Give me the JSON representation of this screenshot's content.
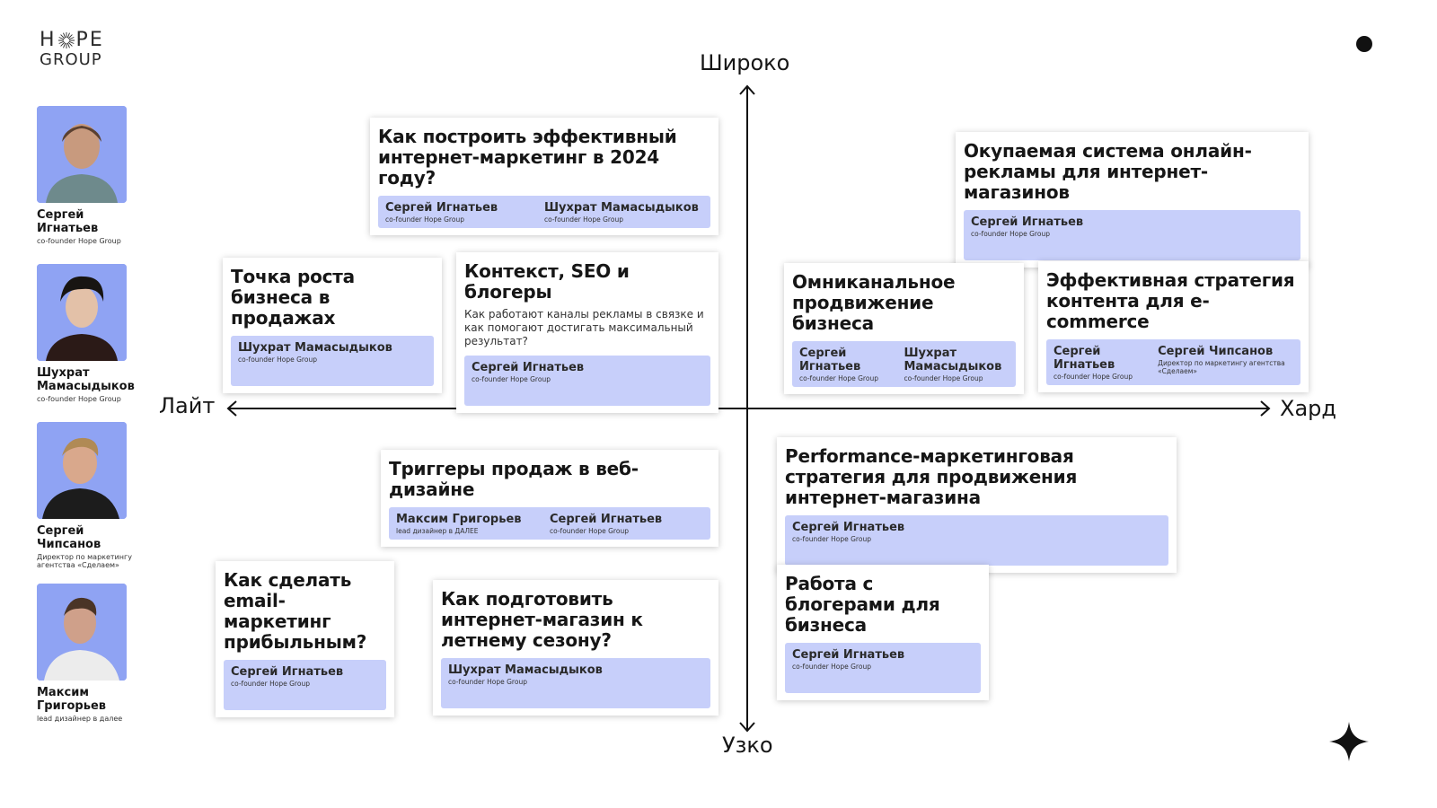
{
  "logo": {
    "line1_a": "H",
    "line1_b": "PE",
    "line2": "GROUP"
  },
  "people": [
    {
      "name": "Сергей Игнатьев",
      "role": "co-founder Hope Group"
    },
    {
      "name": "Шухрат Мамасыдыков",
      "role": "co-founder Hope Group"
    },
    {
      "name": "Сергей Чипсанов",
      "role": "Директор по маркетингу агентства «Сделаем»"
    },
    {
      "name": "Максим Григорьев",
      "role": "lead дизайнер в далее"
    }
  ],
  "axes": {
    "top": "Широко",
    "bottom": "Узко",
    "left": "Лайт",
    "right": "Хард"
  },
  "cards": [
    {
      "title": "Как построить эффективный интернет-маркетинг в 2024 году?",
      "speakers": [
        {
          "name": "Сергей Игнатьев",
          "role": "co-founder Hope Group"
        },
        {
          "name": "Шухрат Мамасыдыков",
          "role": "co-founder Hope Group"
        }
      ]
    },
    {
      "title": "Окупаемая система онлайн-рекламы для интернет-магазинов",
      "speakers": [
        {
          "name": "Сергей Игнатьев",
          "role": "co-founder Hope Group"
        }
      ]
    },
    {
      "title": "Точка роста бизнеса в продажах",
      "speakers": [
        {
          "name": "Шухрат Мамасыдыков",
          "role": "co-founder Hope Group"
        }
      ]
    },
    {
      "title": "Контекст, SEO и блогеры",
      "description": "Как работают каналы рекламы в связке и как помогают достигать максимальный результат?",
      "speakers": [
        {
          "name": "Сергей Игнатьев",
          "role": "co-founder Hope Group"
        }
      ]
    },
    {
      "title": "Омниканальное продвижение бизнеса",
      "speakers": [
        {
          "name": "Сергей Игнатьев",
          "role": "co-founder Hope Group"
        },
        {
          "name": "Шухрат Мамасыдыков",
          "role": "co-founder Hope Group"
        }
      ]
    },
    {
      "title": "Эффективная стратегия контента для e-commerce",
      "speakers": [
        {
          "name": "Сергей Игнатьев",
          "role": "co-founder Hope Group"
        },
        {
          "name": "Сергей Чипсанов",
          "role": "Директор по маркетингу агентства «Сделаем»"
        }
      ]
    },
    {
      "title": "Триггеры продаж в веб-дизайне",
      "speakers": [
        {
          "name": "Максим Григорьев",
          "role": "lead дизайнер в ДАЛЕЕ"
        },
        {
          "name": "Сергей Игнатьев",
          "role": "co-founder Hope Group"
        }
      ]
    },
    {
      "title": "Performance-маркетинговая стратегия для продвижения интернет-магазина",
      "speakers": [
        {
          "name": "Сергей Игнатьев",
          "role": "co-founder Hope Group"
        }
      ]
    },
    {
      "title": "Как сделать email-маркетинг прибыльным?",
      "speakers": [
        {
          "name": "Сергей Игнатьев",
          "role": "co-founder Hope Group"
        }
      ]
    },
    {
      "title": "Как подготовить интернет-магазин к летнему сезону?",
      "speakers": [
        {
          "name": "Шухрат Мамасыдыков",
          "role": "co-founder Hope Group"
        }
      ]
    },
    {
      "title": "Работа с блогерами для бизнеса",
      "speakers": [
        {
          "name": "Сергей Игнатьев",
          "role": "co-founder Hope Group"
        }
      ]
    }
  ],
  "colors": {
    "speaker_bg": "#c7cffa",
    "photo_bg": "#8fa3f3",
    "axis": "#111111"
  }
}
